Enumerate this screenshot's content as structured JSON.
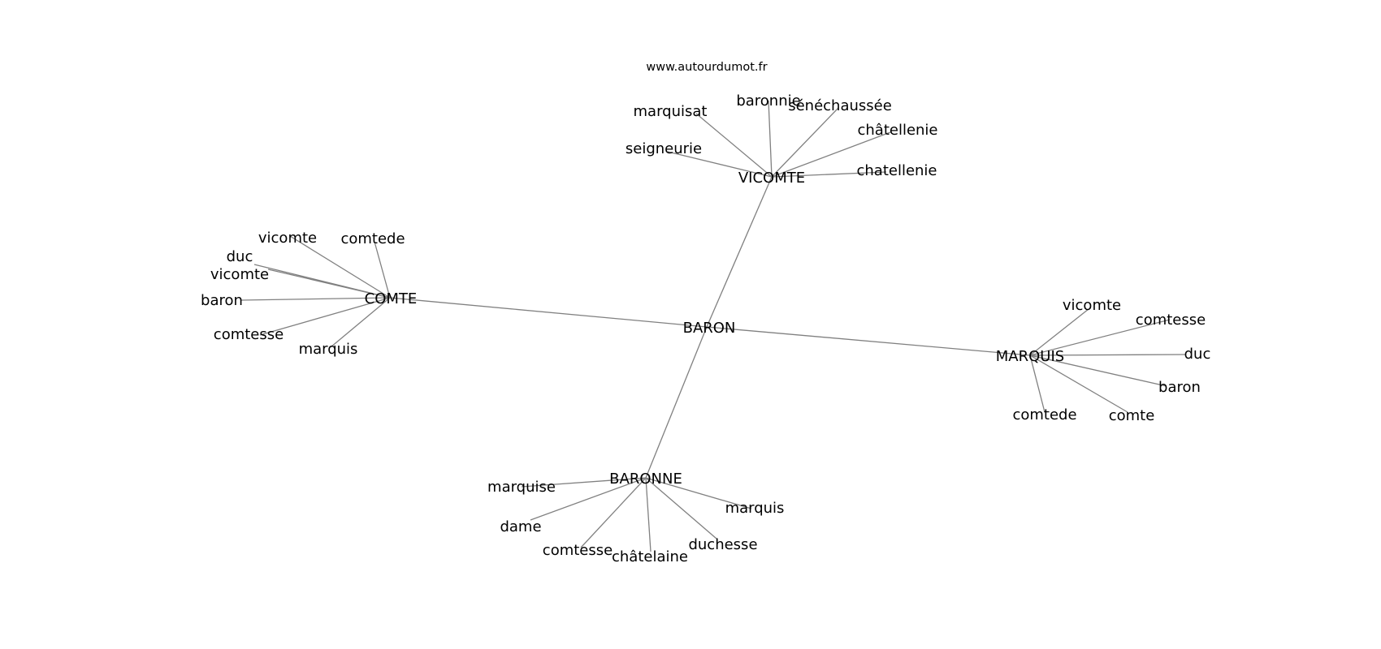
{
  "watermark": "www.autourdumot.fr",
  "graph": {
    "center": "BARON",
    "hubs": [
      {
        "label": "VICOMTE",
        "leaves": [
          "seigneurie",
          "marquisat",
          "baronnie",
          "sénéchaussée",
          "châtellenie",
          "chatellenie"
        ]
      },
      {
        "label": "COMTE",
        "leaves": [
          "vicomte",
          "comtede",
          "duc",
          "vicomte",
          "baron",
          "comtesse",
          "marquis"
        ]
      },
      {
        "label": "MARQUIS",
        "leaves": [
          "vicomte",
          "comtesse",
          "duc",
          "baron",
          "comte",
          "comtede"
        ]
      },
      {
        "label": "BARONNE",
        "leaves": [
          "marquise",
          "dame",
          "comtesse",
          "châtelaine",
          "duchesse",
          "marquis"
        ]
      }
    ]
  }
}
